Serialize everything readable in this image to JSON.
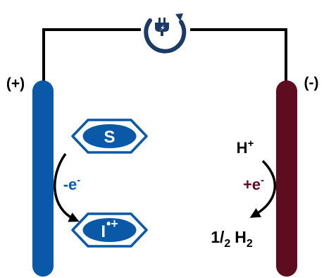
{
  "left_electrode": {
    "sign": "(+)",
    "color": "#0a58a8"
  },
  "right_electrode": {
    "sign": "(-)",
    "color": "#5e0c20"
  },
  "power_source": {
    "icon": "power-plug-cycle-icon",
    "color": "#1c3a66"
  },
  "wire_color": "#000000",
  "anode_process": {
    "substrate_label": "S",
    "electron_text": "-e",
    "electron_superscript": "-",
    "product_label": "I",
    "product_superscript": "•+",
    "color": "#0a58a8"
  },
  "cathode_process": {
    "reactant_text": "H",
    "reactant_superscript": "+",
    "electron_text": "+e",
    "electron_superscript": "-",
    "product_prefix": "1/",
    "product_fraction_sub": "2",
    "product_text": "H",
    "product_sub": "2",
    "electron_color": "#5e0c20"
  }
}
